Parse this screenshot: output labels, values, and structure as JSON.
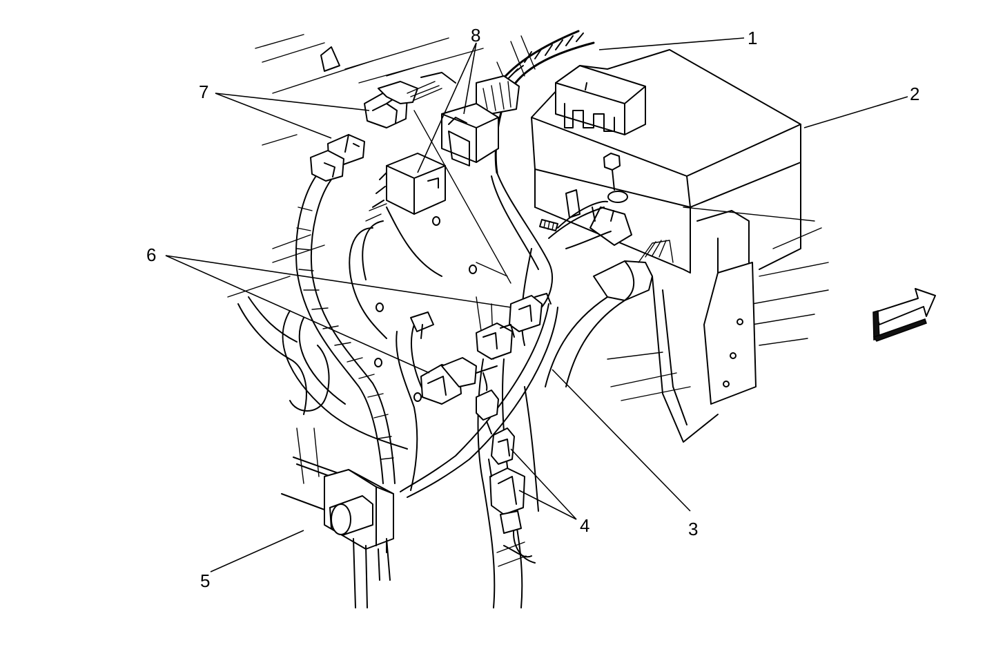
{
  "callouts": [
    {
      "id": "1",
      "label": "1"
    },
    {
      "id": "2",
      "label": "2"
    },
    {
      "id": "3",
      "label": "3"
    },
    {
      "id": "4",
      "label": "4"
    },
    {
      "id": "5",
      "label": "5"
    },
    {
      "id": "6",
      "label": "6"
    },
    {
      "id": "7",
      "label": "7"
    },
    {
      "id": "8",
      "label": "8"
    }
  ],
  "icons": {
    "direction_arrow": "front-direction-arrow-icon"
  }
}
